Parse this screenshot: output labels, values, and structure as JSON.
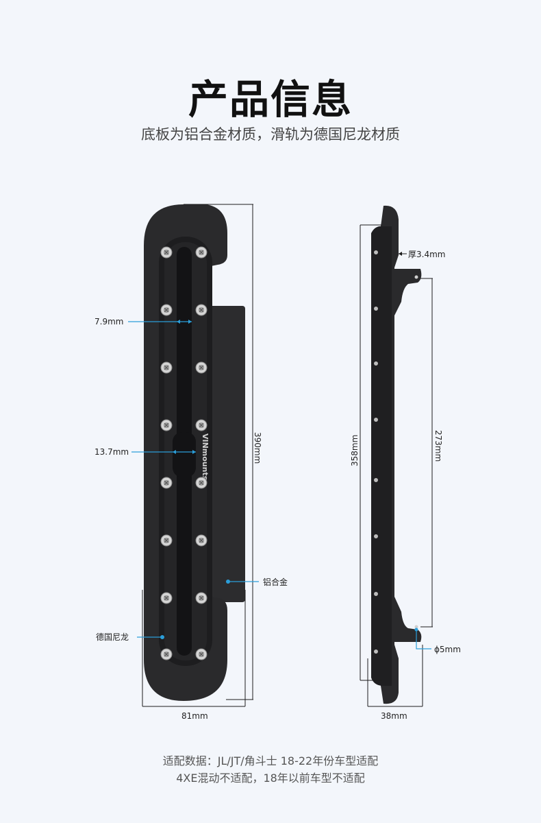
{
  "header": {
    "title": "产品信息",
    "subtitle": "底板为铝合金材质，滑轨为德国尼龙材质"
  },
  "front_view": {
    "labels": {
      "slot_width": "7.9mm",
      "center_width": "13.7mm",
      "height": "390mm",
      "width": "81mm",
      "plate_material": "铝合金",
      "rail_material": "德国尼龙"
    },
    "logo_text": "VINmounts"
  },
  "side_view": {
    "labels": {
      "thickness": "厚3.4mm",
      "rail_length": "358mm",
      "hole_spacing": "273mm",
      "hole_diameter": "ϕ5mm",
      "depth": "38mm"
    }
  },
  "footer": {
    "line1": "适配数据：JL/JT/角斗士 18-22年份车型适配",
    "line2": "4XE混动不适配，18年以前车型不适配"
  },
  "colors": {
    "background": "#f3f6fb",
    "part": "#2a2a2c",
    "dimension_line": "#1c1c1c",
    "callout": "#2b9ed9"
  }
}
